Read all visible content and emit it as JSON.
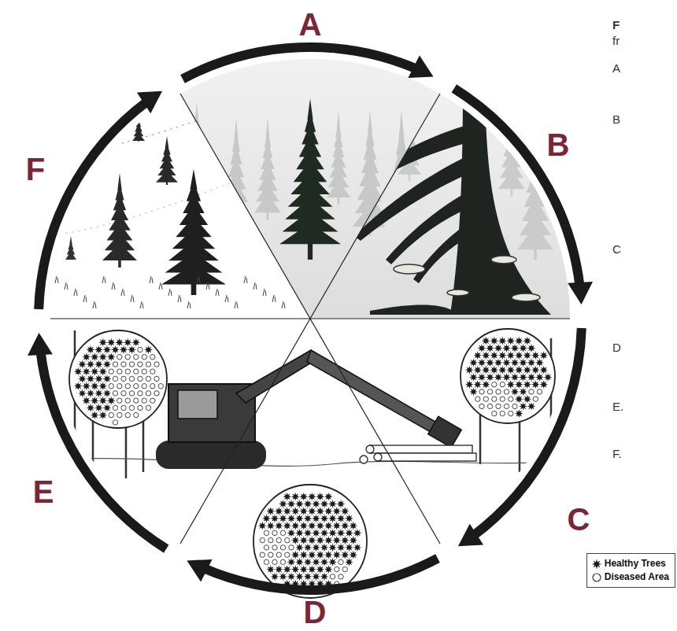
{
  "diagram": {
    "labels": [
      "A",
      "B",
      "C",
      "D",
      "E",
      "F",
      "F",
      "fr",
      "A",
      "B",
      "C",
      "D",
      "E.",
      "F."
    ],
    "legend": [
      {
        "text": "Healthy Trees"
      },
      {
        "text": "Diseased Area"
      }
    ]
  }
}
